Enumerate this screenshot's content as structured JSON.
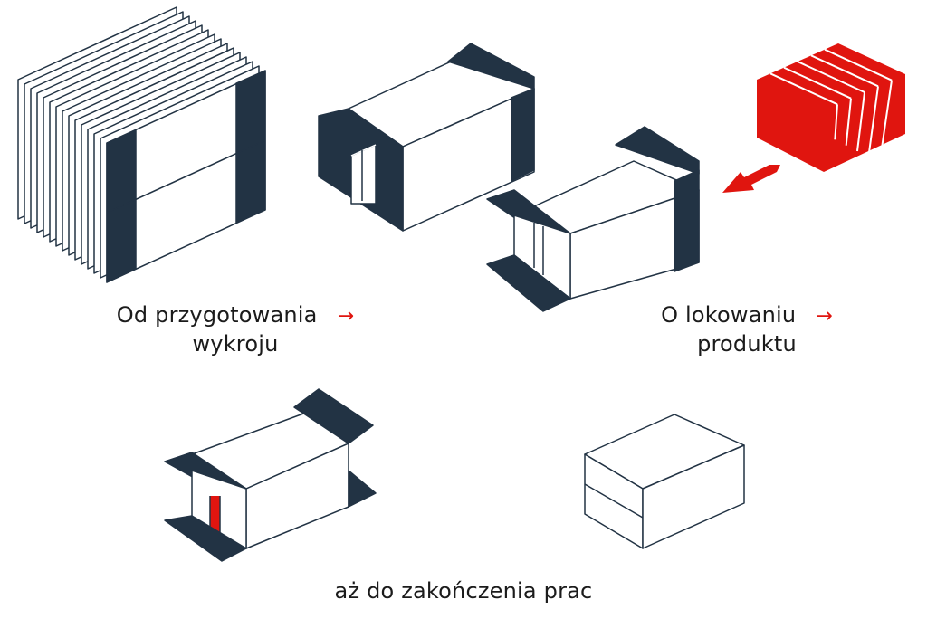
{
  "captions": {
    "prep_line1": "Od przygotowania",
    "prep_line2": "wykroju",
    "product_line1": "O lokowaniu",
    "product_line2": "produktu",
    "finish": "aż do zakończenia prac",
    "arrow": "→"
  },
  "colors": {
    "dark": "#223344",
    "red": "#e0150f",
    "outline": "#223344",
    "background": "#ffffff"
  }
}
